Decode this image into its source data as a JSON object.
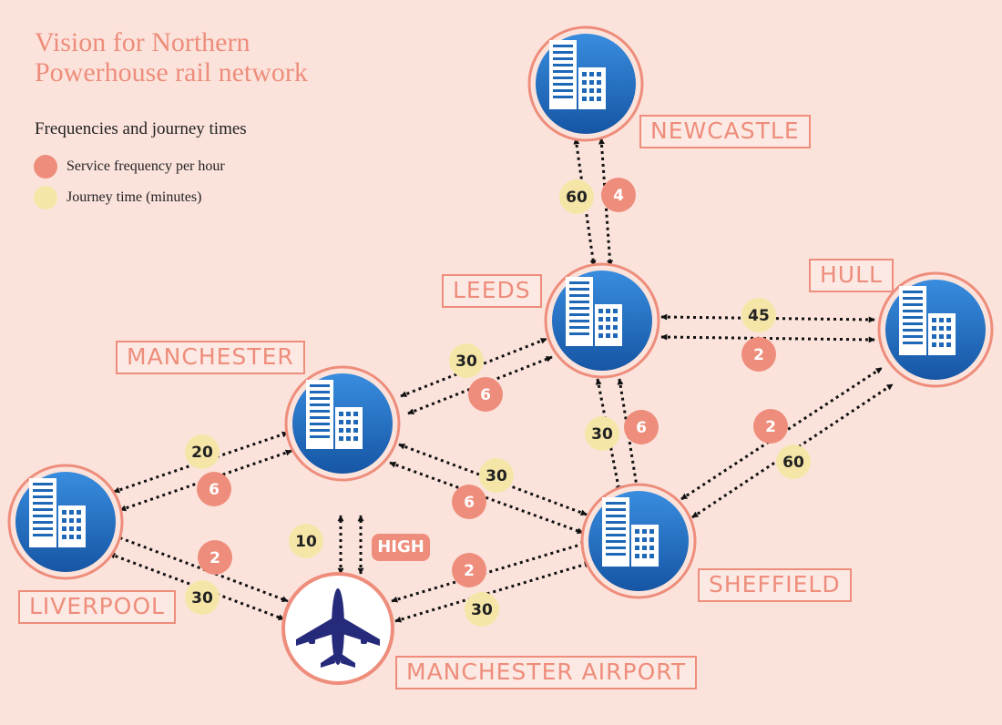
{
  "title_line1": "Vision for Northern",
  "title_line2": "Powerhouse rail network",
  "legend": {
    "heading": "Frequencies and journey times",
    "frequency_label": "Service frequency per hour",
    "journey_label": "Journey time (minutes)"
  },
  "colors": {
    "frequency": "#ee8d7b",
    "journey": "#f5e6a8",
    "accent": "#ee8d7b",
    "city_fill": "#1f68b8",
    "background": "#fbe3dc"
  },
  "cities": {
    "newcastle": "NEWCASTLE",
    "leeds": "LEEDS",
    "hull": "HULL",
    "manchester": "MANCHESTER",
    "liverpool": "LIVERPOOL",
    "sheffield": "SHEFFIELD",
    "airport": "MANCHESTER AIRPORT"
  },
  "routes": {
    "newcastle_leeds": {
      "journey": "60",
      "frequency": "4"
    },
    "leeds_hull": {
      "journey": "45",
      "frequency": "2"
    },
    "manchester_leeds": {
      "journey": "30",
      "frequency": "6"
    },
    "leeds_sheffield": {
      "journey": "30",
      "frequency": "6"
    },
    "sheffield_hull": {
      "journey": "60",
      "frequency": "2"
    },
    "liverpool_manchester": {
      "journey": "20",
      "frequency": "6"
    },
    "manchester_sheffield": {
      "journey": "30",
      "frequency": "6"
    },
    "liverpool_airport": {
      "journey": "30",
      "frequency": "2"
    },
    "airport_sheffield": {
      "journey": "30",
      "frequency": "2"
    },
    "airport_high": {
      "journey": "10",
      "badge": "HIGH"
    }
  },
  "icons": {
    "city": "office-buildings-icon",
    "airport": "airplane-icon"
  }
}
